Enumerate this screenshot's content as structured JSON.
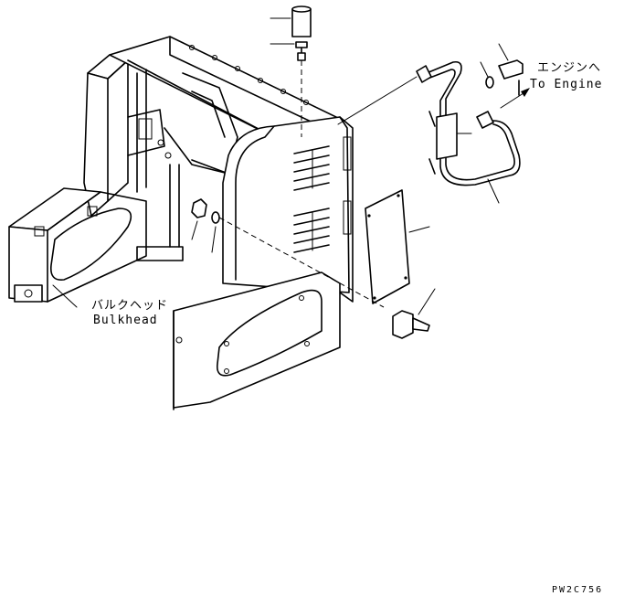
{
  "labels": {
    "bulkhead_jp": "バルクヘッド",
    "bulkhead_en": "Bulkhead",
    "engine_jp": "エンジンへ",
    "engine_en": "To Engine"
  },
  "drawing_code": "PW2C756"
}
